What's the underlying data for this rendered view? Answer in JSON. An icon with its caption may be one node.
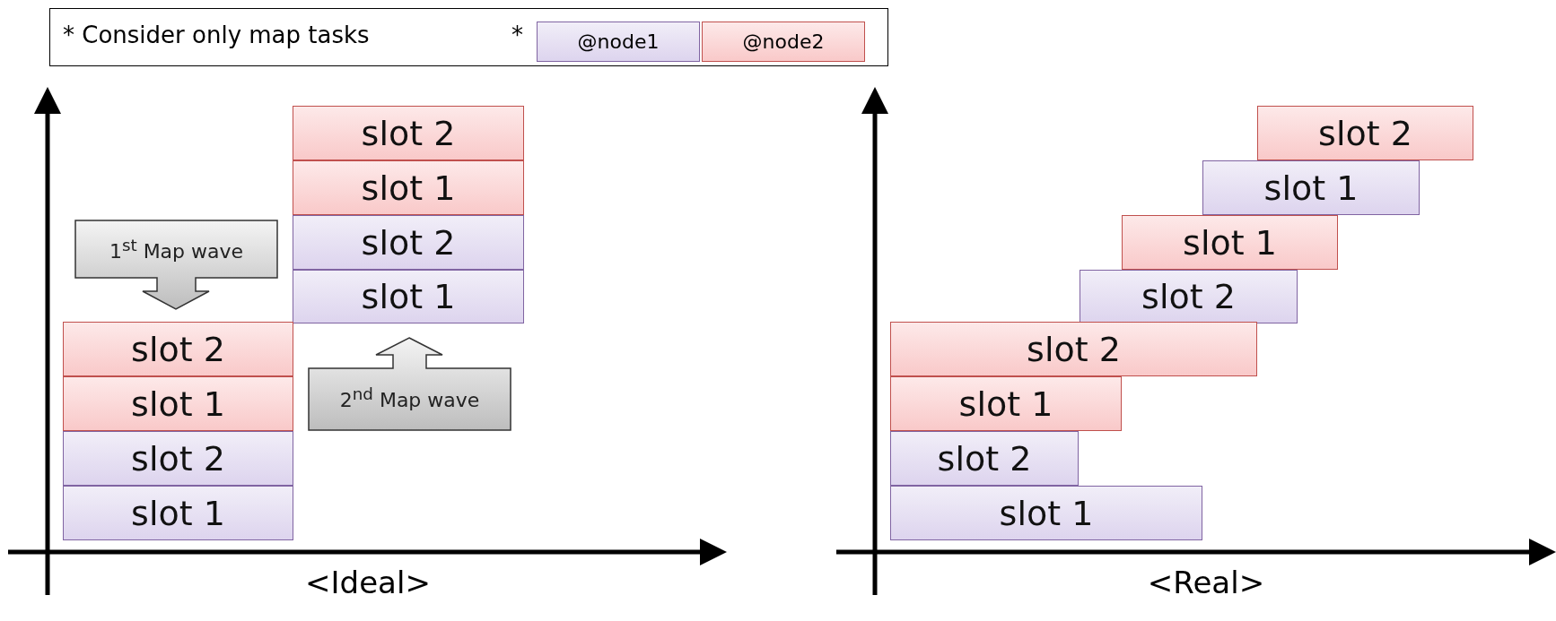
{
  "diagram": {
    "nodes": [
      {
        "text": [
          "1$^{st}$ Map wave"
        ]
      },
      {
        "text": [
          "slot 2"
        ]
      },
      {
        "text": [
          "slot 1"
        ]
      },
      {
        "text": [
          "slot 2"
        ]
      },
      {
        "text": [
          "slot 1"
        ]
      },
      {
        "text": [
          "slot 2"
        ]
      },
      {
        "text": [
          "slot 1"
        ]
      },
      {
        "text": [
          "slot 2"
        ]
      },
      {
        "text": [
          "slot 1"
        ]
      },
      {
        "text": [
          "2$^{nd}$ Map wave"
        ]
      },
      {
        "text": [
          "slot 2"
        ]
      },
      {
        "text": [
          "slot 1"
        ]
      },
      {
        "text": [
          "slot 1"
        ]
      },
      {
        "text": [
          "slot 2"
        ]
      },
      {
        "text": [
          "slot 2"
        ]
      },
      {
        "text": [
          "slot 1"
        ]
      },
      {
        "text": [
          "slot 2"
        ]
      },
      {
        "text": [
          "slot 1"
        ]
      }
    ],
    "labels": [
      "* Consider only map tasks",
      "*",
      "<Ideal>",
      "<Real>"
    ],
    "legend": [
      {
        "text": "@node1",
        "color": "#ddd4ee"
      },
      {
        "text": "@node2",
        "color": "#f9c9c9"
      }
    ]
  }
}
